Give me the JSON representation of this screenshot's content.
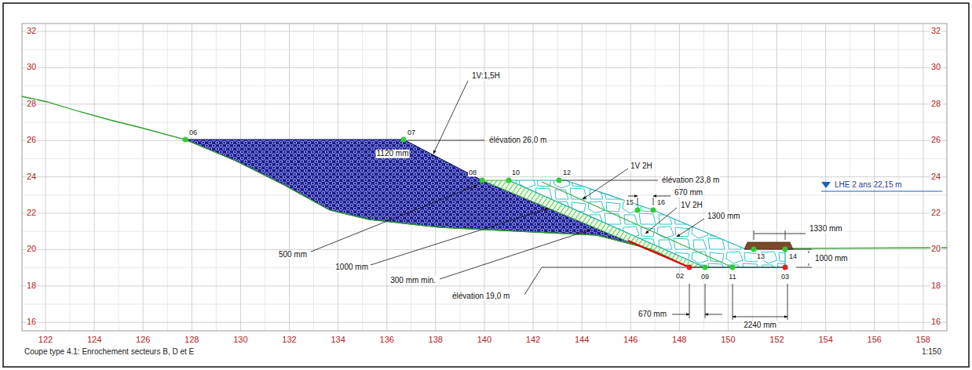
{
  "diagram": {
    "caption": "Coupe type 4.1: Enrochement secteurs B, D et E",
    "labels": [
      "32",
      "30",
      "28",
      "26",
      "24",
      "22",
      "20",
      "18",
      "16",
      "32",
      "30",
      "28",
      "26",
      "24",
      "22",
      "20",
      "18",
      "16",
      "122",
      "124",
      "126",
      "128",
      "130",
      "132",
      "134",
      "136",
      "138",
      "140",
      "142",
      "144",
      "146",
      "148",
      "150",
      "152",
      "154",
      "156",
      "158",
      "06",
      "07",
      "1V:1,5H",
      "élévation 26,0 m",
      "1120 mm",
      "08",
      "10",
      "12",
      "1V 2H",
      "élévation 23,8 m",
      "15",
      "16",
      "670 mm",
      "1V 2H",
      "1300 mm",
      "LHE 2 ans 22,15 m",
      "1330 mm",
      "13",
      "14",
      "1000 mm",
      "500 mm",
      "1000 mm",
      "300 mm min.",
      "élévation 19,0 m",
      "02",
      "09",
      "11",
      "03",
      "670 mm",
      "2240 mm",
      "1:150"
    ]
  }
}
